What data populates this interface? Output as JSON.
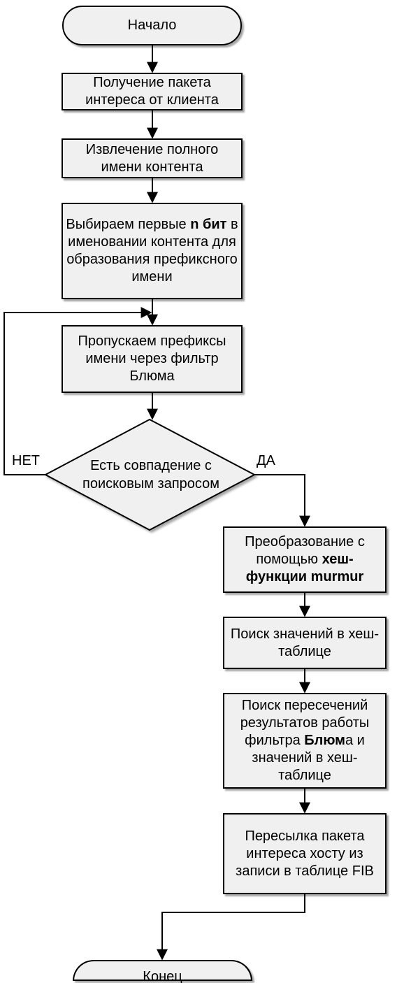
{
  "start": "Начало",
  "end": "Конец",
  "steps": {
    "receive": "Получение пакета интереса от клиента",
    "extract": "Извлечение полного имени контента",
    "select": {
      "part1": "Выбираем первые ",
      "part2": "n бит",
      "part3": " в именовании контента для образования префиксного имени"
    },
    "bloom": "Пропускаем префиксы имени через фильтр Блюма",
    "transform": {
      "part1": "Преобразование с помощью ",
      "part2": "хеш-функции murmur"
    },
    "search": "Поиск значений в хеш-таблице",
    "intersect": {
      "part1": "Поиск пересечений результатов работы фильтра ",
      "part2": "Блюм",
      "part3": "а и значений в хеш-таблице"
    },
    "forward": "Пересылка пакета интереса хосту из записи в таблице FIB"
  },
  "decision": {
    "text": "Есть совпадение с поисковым запросом",
    "no": "НЕТ",
    "yes": "ДА"
  }
}
